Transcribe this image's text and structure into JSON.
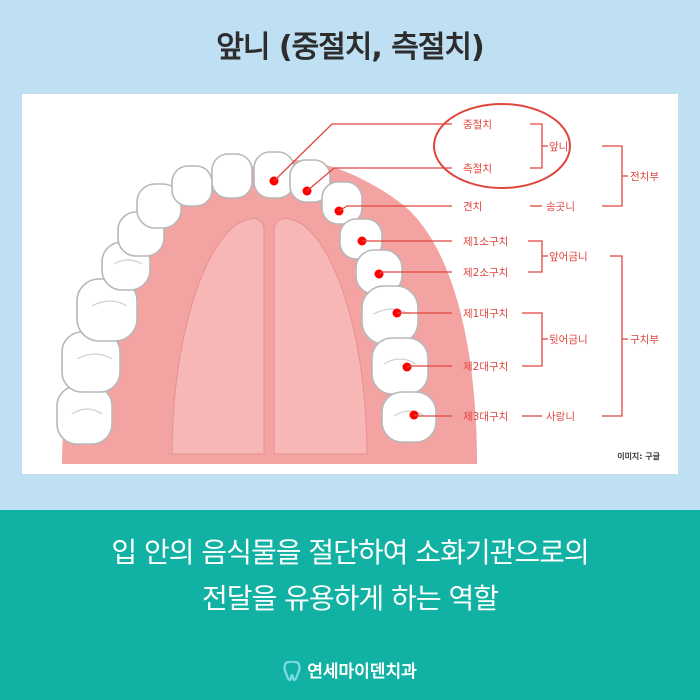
{
  "title": "앞니 (중절치, 측절치)",
  "diagram": {
    "labels": {
      "central_incisor": "중절치",
      "lateral_incisor": "측절치",
      "canine": "견치",
      "first_premolar": "제1소구치",
      "second_premolar": "제2소구치",
      "first_molar": "제1대구치",
      "second_molar": "제2대구치",
      "third_molar": "제3대구치"
    },
    "groups": {
      "front_teeth": "앞니",
      "canine_tooth": "송곳니",
      "front_premolar": "앞어금니",
      "back_molar": "뒷어금니",
      "wisdom_tooth": "사랑니",
      "anterior": "전치부",
      "posterior": "구치부"
    },
    "credit": "이미지: 구글"
  },
  "caption": {
    "line1": "입 안의 음식물을 절단하여 소화기관으로의",
    "line2": "전달을 유용하게 하는 역할"
  },
  "brand": "연세마이덴치과",
  "colors": {
    "background": "#bfe0f3",
    "footer": "#11b2a3",
    "accent_red": "#e0453d",
    "gum": "#f4a3a3"
  }
}
